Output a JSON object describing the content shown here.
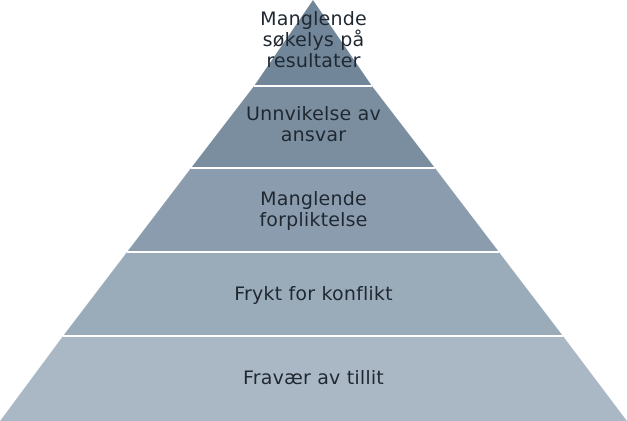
{
  "pyramid": {
    "tiers": [
      {
        "label": "Manglende\nsøkelys på\nresultater",
        "color": "#718699"
      },
      {
        "label": "Unnvikelse av\nansvar",
        "color": "#7a8ea0"
      },
      {
        "label": "Manglende\nforpliktelse",
        "color": "#8a9cad"
      },
      {
        "label": "Frykt for konflikt",
        "color": "#9aabba"
      },
      {
        "label": "Fravær av tillit",
        "color": "#aab8c5"
      }
    ]
  }
}
